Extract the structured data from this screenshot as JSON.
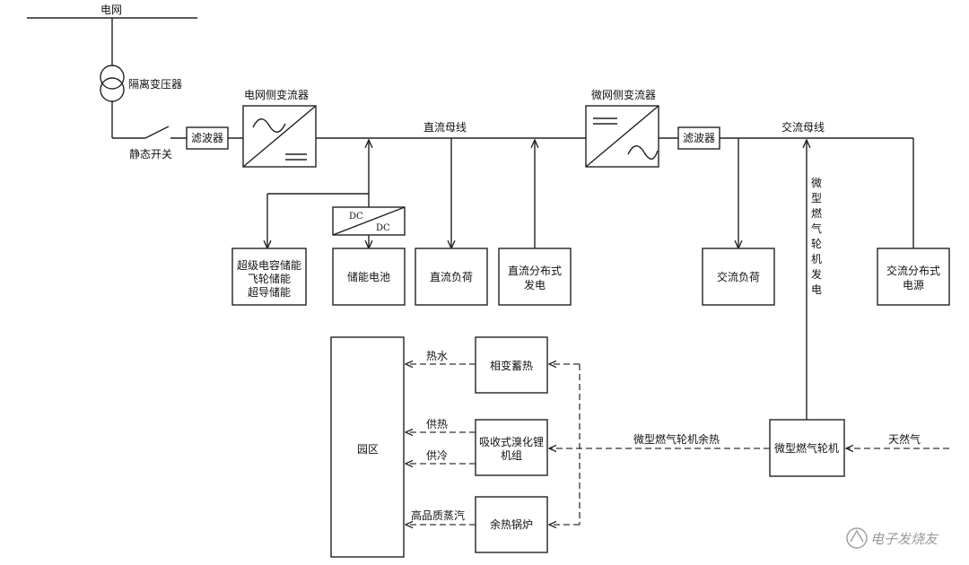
{
  "labels": {
    "grid": "电网",
    "isolation_transformer": "隔离变压器",
    "static_switch": "静态开关",
    "filter_1": "滤波器",
    "grid_converter": "电网侧变流器",
    "dc_bus": "直流母线",
    "microgrid_converter": "微网侧变流器",
    "filter_2": "滤波器",
    "ac_bus": "交流母线",
    "dcdc_top": "DC",
    "dcdc_bottom": "DC",
    "storage_lines": [
      "超级电容储能",
      "飞轮储能",
      "超导储能"
    ],
    "battery": "储能电池",
    "dc_load": "直流负荷",
    "dc_dg_lines": [
      "直流分布式",
      "发电"
    ],
    "ac_load": "交流负荷",
    "microturbine_gen_vertical": [
      "微",
      "型",
      "燃",
      "气",
      "轮",
      "机",
      "发",
      "电"
    ],
    "ac_dg_lines": [
      "交流分布式",
      "电源"
    ],
    "park": "园区",
    "phase_change": "相变蓄热",
    "absorption_lines": [
      "吸收式溴化锂",
      "机组"
    ],
    "waste_heat_boiler": "余热锅炉",
    "microturbine": "微型燃气轮机",
    "natural_gas": "天然气",
    "waste_heat": "微型燃气轮机余热",
    "hot_water": "热水",
    "heating": "供热",
    "cooling": "供冷",
    "steam": "高品质蒸汽",
    "watermark": "电子发烧友"
  }
}
